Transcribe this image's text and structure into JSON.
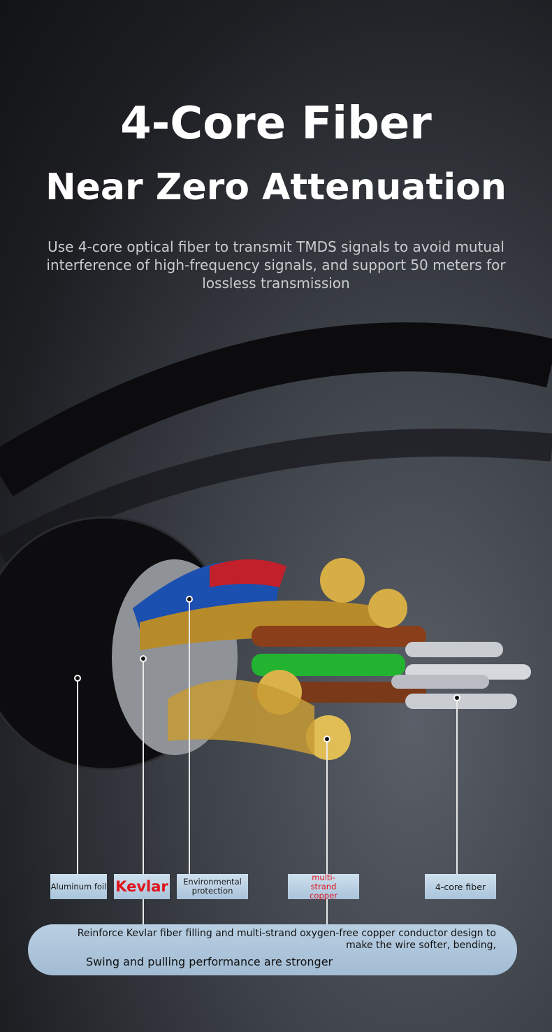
{
  "headline": "4-Core Fiber",
  "subheadline": "Near Zero Attenuation",
  "description": "Use 4-core optical fiber to transmit TMDS signals to avoid mutual interference of high-frequency signals, and support 50 meters for lossless transmission",
  "labels": {
    "aluminum_foil": "Aluminum foil",
    "kevlar": "Kevlar",
    "environmental": "Environmental protection",
    "copper": "multi-strand copper",
    "fiber": "4-core fiber"
  },
  "callout": {
    "line1": "Reinforce Kevlar fiber filling and multi-strand oxygen-free copper conductor design to make the wire softer, bending,",
    "line2": "Swing and pulling performance are stronger"
  },
  "colors": {
    "accent_red": "#e0141c",
    "label_bg": "#bcd3e6"
  }
}
